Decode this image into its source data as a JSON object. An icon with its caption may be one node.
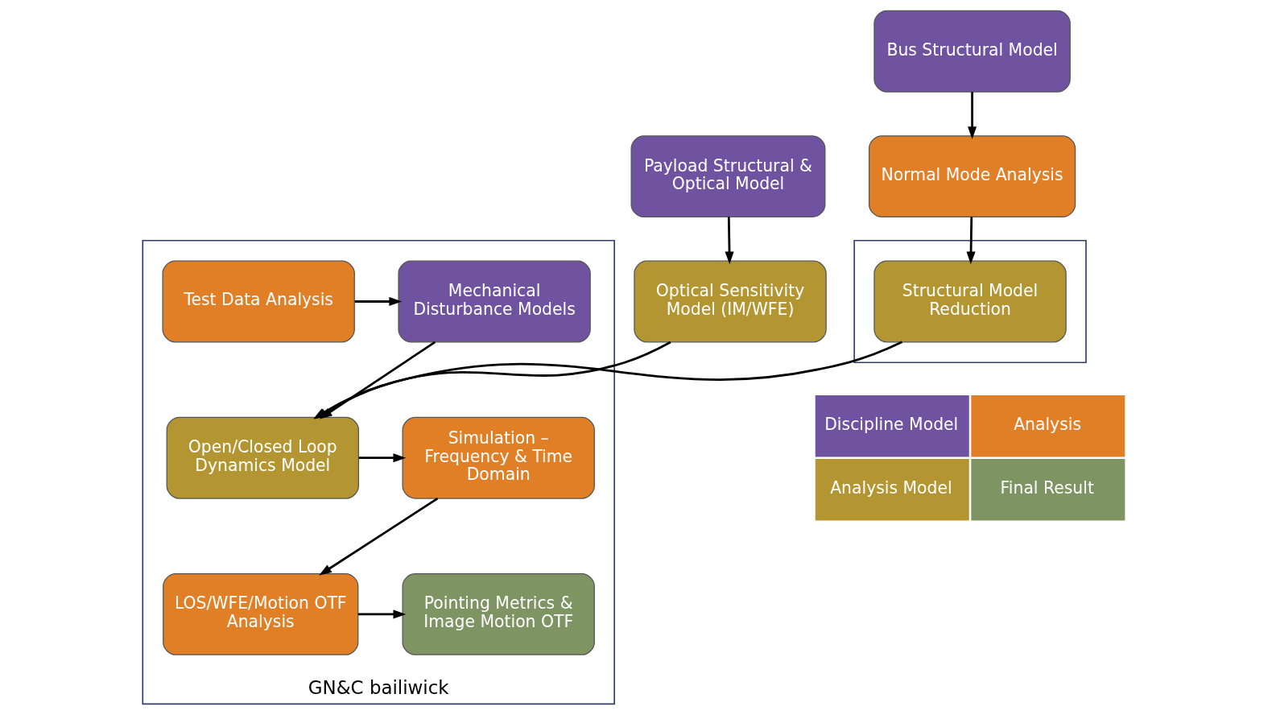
{
  "diagram": {
    "nodes": [
      {
        "text": [
          "Bus Structural Model"
        ]
      },
      {
        "text": [
          "Payload Structural & Optical Model"
        ]
      },
      {
        "text": [
          "GN&C bailiwick"
        ]
      },
      {
        "text": [
          "Mechanical Disturbance Models"
        ],
        "in": 2
      },
      {
        "text": [
          "Test Data Analysis"
        ],
        "in": 2
      },
      {
        "text": [
          "Normal Mode Analysis"
        ]
      },
      {
        "text": [
          "Optical Sensitivity Model (IM/WFE)"
        ]
      },
      {
        "text": [],
        "shape": "box"
      },
      {
        "text": [
          "Structural Model Reduction"
        ],
        "in": 7
      },
      {
        "text": [
          "Open/Closed Loop Dynamics Model"
        ],
        "in": 2
      },
      {
        "text": [
          "Simulation – Frequency & Time Domain"
        ],
        "in": 2
      },
      {
        "text": [
          "Pointing Metrics & Image Motion OTF"
        ],
        "in": 2
      },
      {
        "text": [
          "LOS/WFE/Motion OTF Analysis"
        ],
        "in": 2
      }
    ],
    "edges": [
      {
        "from": 0,
        "to": 5,
        "arrow": "to"
      },
      {
        "from": 1,
        "to": 6,
        "arrow": "to"
      },
      {
        "from": 4,
        "to": 3,
        "arrow": "to"
      },
      {
        "from": 5,
        "to": 8,
        "arrow": "to"
      },
      {
        "from": 3,
        "to": 9,
        "arrow": "to"
      },
      {
        "from": 6,
        "to": 9,
        "arrow": "to"
      },
      {
        "from": 8,
        "to": 9,
        "arrow": "to"
      },
      {
        "from": 9,
        "to": 10,
        "arrow": "to"
      },
      {
        "from": 10,
        "to": 12,
        "arrow": "to"
      },
      {
        "from": 12,
        "to": 11,
        "arrow": "to"
      }
    ],
    "legend": [
      {
        "text": "Discipline Model",
        "color": "#7053a0"
      },
      {
        "text": "Analysis",
        "color": "#e07f26"
      },
      {
        "text": "Analysis Model",
        "color": "#b39531"
      },
      {
        "text": "Final Result",
        "color": "#7e9462"
      }
    ]
  }
}
